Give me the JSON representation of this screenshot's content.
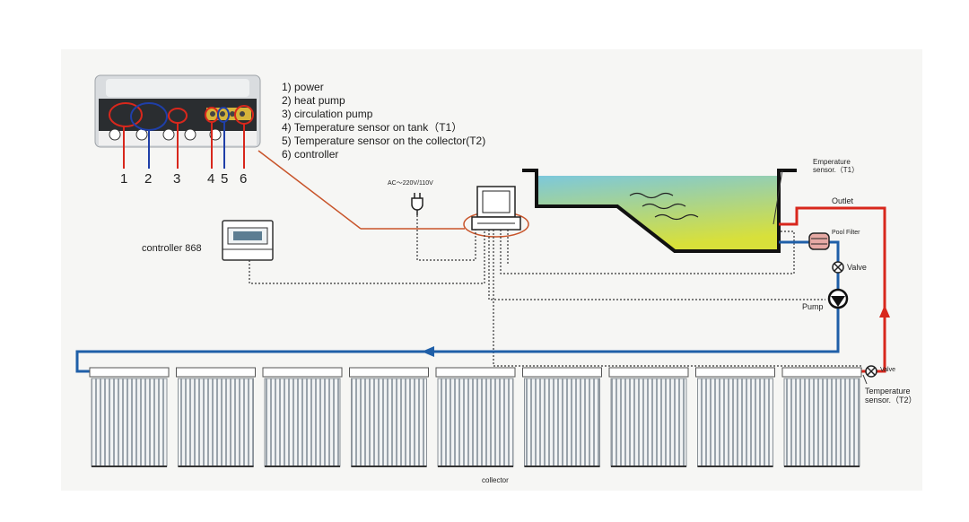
{
  "legend": [
    "1) power",
    "2) heat pump",
    "3) circulation pump",
    "4) Temperature sensor on tank（T1）",
    "5) Temperature sensor on the collector(T2)",
    "6) controller"
  ],
  "port_numbers": [
    "1",
    "2",
    "3",
    "4",
    "5",
    "6"
  ],
  "labels": {
    "controller": "controller 868",
    "ac": "AC～220V/110V",
    "sensor_t1_line1": "Emperature",
    "sensor_t1_line2": "sensor.（T1）",
    "outlet": "Outlet",
    "pool_filter": "Pool Filter",
    "valve_upper": "Valve",
    "pump": "Pump",
    "valve_lower": "Valve",
    "sensor_t2_line1": "Temperature",
    "sensor_t2_line2": "sensor.（T2）",
    "collector": "collector"
  },
  "colors": {
    "hot_pipe": "#d8271c",
    "cold_pipe": "#1f5fa8",
    "callout": "#c8542a",
    "water_top": "#7cc8dc",
    "water_bottom": "#d8e03a"
  }
}
